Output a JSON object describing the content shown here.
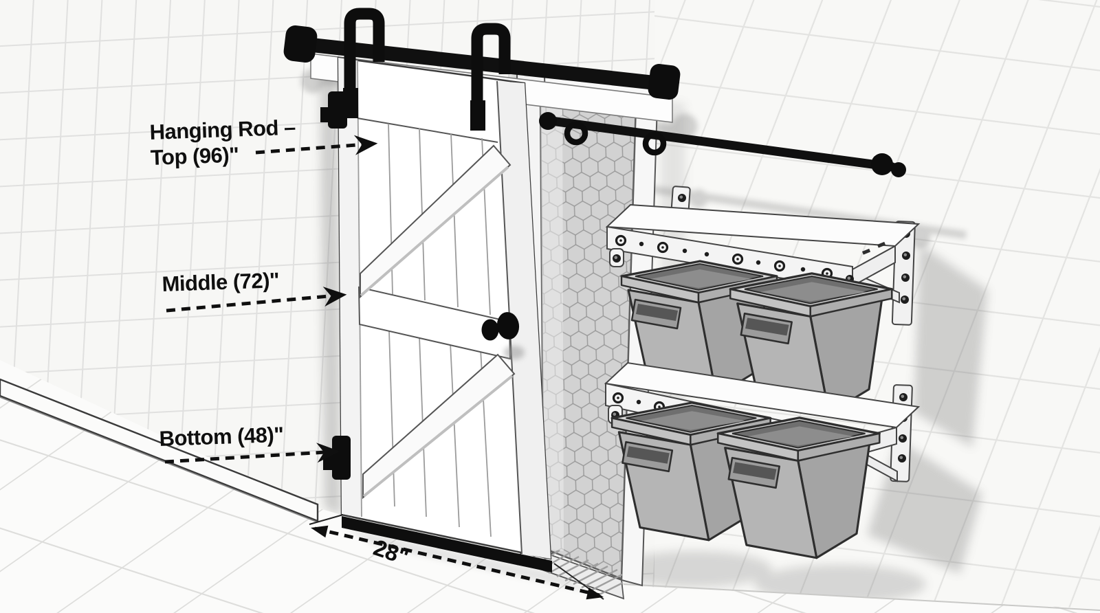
{
  "scene": {
    "description": "Monochrome isometric illustration: sliding barn door on black track, honeycomb-mesh opening, wall hanging rod, two wall shelves with four gray storage bins, annotated with mounting heights"
  },
  "annotations": {
    "hanging_rod_top_line1": "Hanging Rod –",
    "hanging_rod_top_line2": "Top (96)\"",
    "middle_label": "Middle (72)\"",
    "bottom_label": "Bottom (48)\"",
    "door_width_label": "28\""
  },
  "colors": {
    "hardware_black": "#101010",
    "bin_gray": "#b5b5b5",
    "outline_gray": "#2e2e2e",
    "wall_white": "#f7f7f5",
    "grout_gray": "#dcdcdc",
    "mesh_gray": "#9b9b9b",
    "shadow_gray": "#8a8a8a",
    "label_black": "#0f0f0f"
  }
}
